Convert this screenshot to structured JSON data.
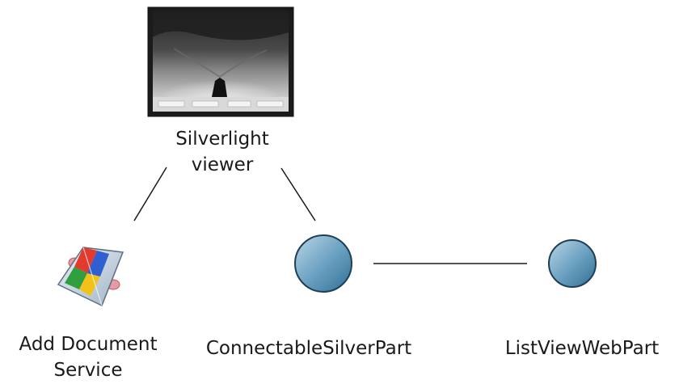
{
  "nodes": {
    "viewer": {
      "line1": "Silverlight",
      "line2": "viewer",
      "icon": "silverlight-viewer-thumbnail"
    },
    "add_document_service": {
      "line1": "Add Document",
      "line2": "Service",
      "icon": "service-icon"
    },
    "connectable_silver_part": {
      "label": "ConnectableSilverPart",
      "icon": "blue-circle"
    },
    "list_view_web_part": {
      "label": "ListViewWebPart",
      "icon": "blue-circle"
    }
  },
  "colors": {
    "node_fill_light": "#a7c9dc",
    "node_fill_dark": "#3d7da3",
    "node_stroke": "#1f3f55",
    "edge": "#1a1a1a"
  }
}
